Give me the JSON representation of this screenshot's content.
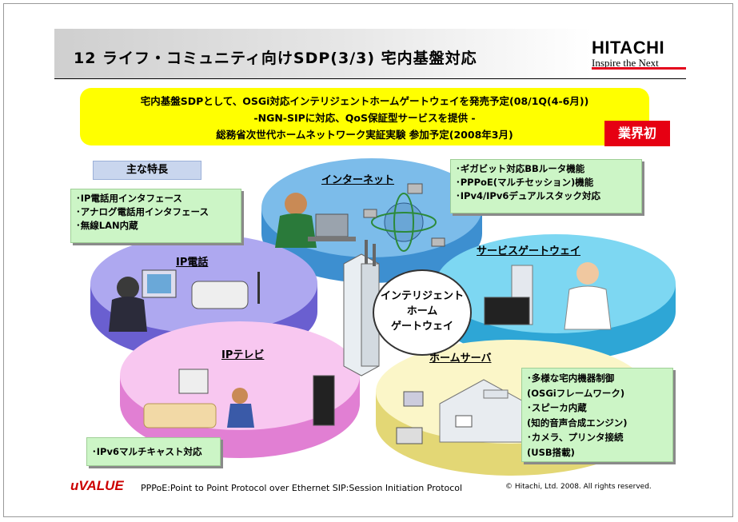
{
  "header": {
    "title": "12  ライフ・コミュニティ向けSDP(3/3)  宅内基盤対応",
    "logo_main": "HITACHI",
    "logo_sub": "Inspire the Next"
  },
  "banner": {
    "line1": "宅内基盤SDPとして、OSGi対応インテリジェントホームゲートウェイを発売予定(08/1Q(4-6月))",
    "line2": "-NGN-SIPに対応、QoS保証型サービスを提供 -",
    "line3": "総務省次世代ホームネットワーク実証実験  参加予定(2008年3月)",
    "badge": "業界初"
  },
  "features_label": "主な特長",
  "areas": {
    "internet": "インターネット",
    "ip_phone": "IP電話",
    "service_gateway": "サービスゲートウェイ",
    "ip_tv": "IPテレビ",
    "home_server": "ホームサーバ"
  },
  "center": {
    "line1": "インテリジェント",
    "line2": "ホーム",
    "line3": "ゲートウェイ"
  },
  "boxes": {
    "phone_features": [
      "･IP電話用インタフェース",
      "･アナログ電話用インタフェース",
      "･無線LAN内蔵"
    ],
    "internet_features": [
      "･ギガビット対応BBルータ機能",
      "･PPPoE(マルチセッション)機能",
      "･IPv4/IPv6デュアルスタック対応"
    ],
    "tv_features": [
      "･IPv6マルチキャスト対応"
    ],
    "server_features": [
      "･多様な宅内機器制御",
      "  (OSGiフレームワーク)",
      "･スピーカ内蔵",
      "  (知的音声合成エンジン)",
      "･カメラ、プリンタ接続",
      "  (USB搭載)"
    ]
  },
  "footer": {
    "brand": "uVALUE",
    "notes": "PPPoE:Point to  Point Protocol over Ethernet SIP:Session Initiation Protocol",
    "copyright": "© Hitachi, Ltd. 2008. All rights reserved."
  },
  "colors": {
    "banner": "#ffff00",
    "badge": "#e60012",
    "internet_disc": "#5ba6e0",
    "phone_disc": "#8f87e6",
    "service_disc": "#50c2e8",
    "tv_disc": "#f2a3e6",
    "server_disc": "#f3eba0",
    "green_box": "#ccf5c6"
  }
}
